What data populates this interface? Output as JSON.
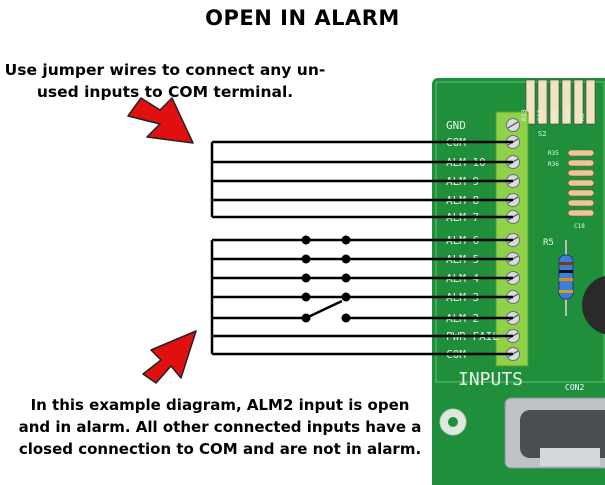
{
  "title": "OPEN IN ALARM",
  "instructions": {
    "top_line1": "Use jumper wires to connect any un-",
    "top_line2": "used inputs to COM terminal.",
    "bottom_line1": "In this example diagram, ALM2 input is open",
    "bottom_line2": "and in alarm. All other connected inputs have a",
    "bottom_line3": "closed connection to COM and are not in alarm."
  },
  "board": {
    "terminal_labels": [
      "GND",
      "COM",
      "ALM 10",
      "ALM 9",
      "ALM 8",
      "ALM 7",
      "ALM 6",
      "ALM 5",
      "ALM 4",
      "ALM 3",
      "ALM 2",
      "PWR FAIL",
      "COM"
    ],
    "inputs_label": "INPUTS",
    "connector_label": "CON2",
    "resistor_label": "R5",
    "silk_labels": [
      "R13",
      "R12",
      "R11",
      "R10",
      "R9",
      "S2",
      "R35",
      "R36",
      "C18"
    ],
    "colors": {
      "board": "#1f8f3c",
      "terminal": "#8fd24a",
      "wire": "#000000",
      "arrow": "#e01010"
    }
  }
}
